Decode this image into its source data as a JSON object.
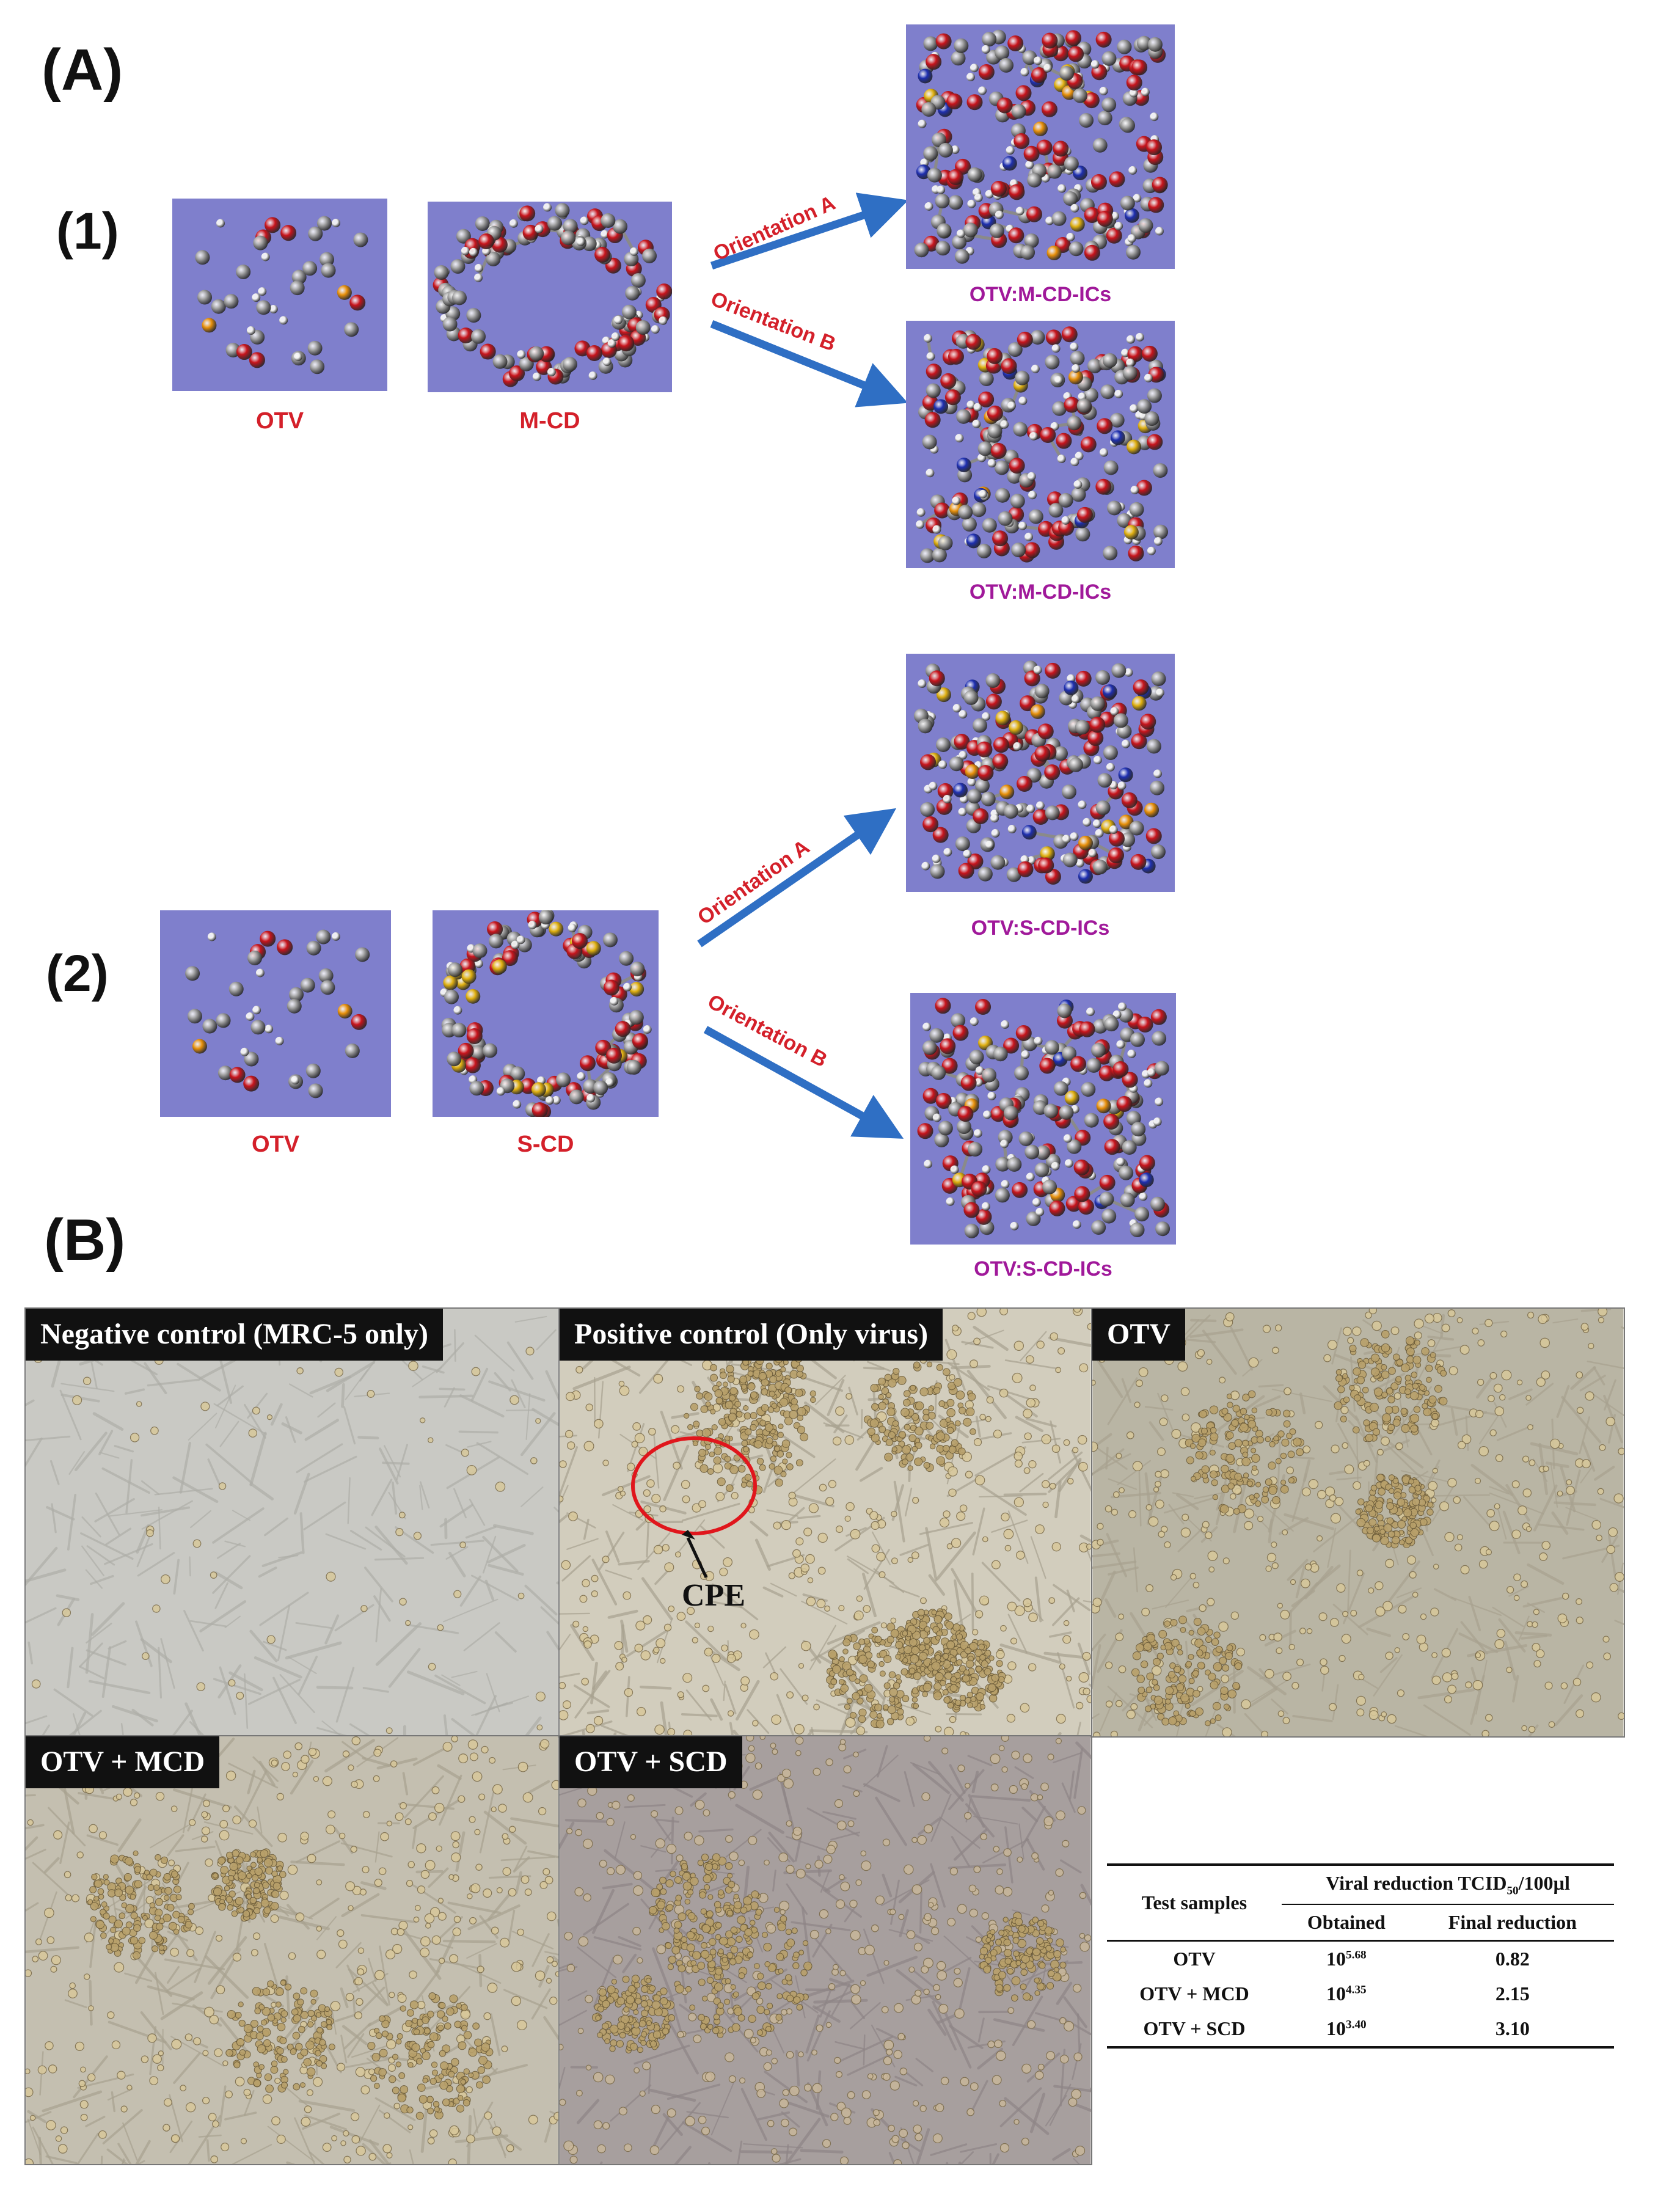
{
  "panel_a": {
    "letter": "(A)",
    "row1": {
      "number": "(1)",
      "guest_label": "OTV",
      "host_label": "M-CD",
      "orientation_a": "Orientation A",
      "orientation_b": "Orientation B",
      "complex_a_label": "OTV:M-CD-ICs",
      "complex_b_label": "OTV:M-CD-ICs"
    },
    "row2": {
      "number": "(2)",
      "guest_label": "OTV",
      "host_label": "S-CD",
      "orientation_a": "Orientation A",
      "orientation_b": "Orientation B",
      "complex_a_label": "OTV:S-CD-ICs",
      "complex_b_label": "OTV:S-CD-ICs"
    }
  },
  "panel_b": {
    "letter": "(B)",
    "images": [
      {
        "label": "Negative control (MRC-5 only)"
      },
      {
        "label": "Positive control (Only virus)",
        "annotation": "CPE"
      },
      {
        "label": "OTV"
      },
      {
        "label": "OTV + MCD"
      },
      {
        "label": "OTV + SCD"
      }
    ],
    "table": {
      "col_test": "Test samples",
      "group_header_prefix": "Viral reduction TCID",
      "group_header_sub": "50",
      "group_header_suffix": "/100µl",
      "col_obtained": "Obtained",
      "col_final": "Final reduction",
      "rows": [
        {
          "sample": "OTV",
          "base": "10",
          "exp": "5.68",
          "final": "0.82"
        },
        {
          "sample": "OTV + MCD",
          "base": "10",
          "exp": "4.35",
          "final": "2.15"
        },
        {
          "sample": "OTV + SCD",
          "base": "10",
          "exp": "3.40",
          "final": "3.10"
        }
      ]
    }
  },
  "colors": {
    "molecule_bg": "#7f7fcc",
    "label_red": "#d4202a",
    "complex_purple": "#a0199a",
    "arrow_blue": "#2f6fc4",
    "atom_carbon": "#9a9a9a",
    "atom_oxygen": "#c8141c",
    "atom_hydrogen": "#f0f0f0",
    "atom_nitrogen": "#1e2fb0",
    "atom_phosphorus": "#e8900a",
    "atom_sulfur": "#e0b010"
  }
}
